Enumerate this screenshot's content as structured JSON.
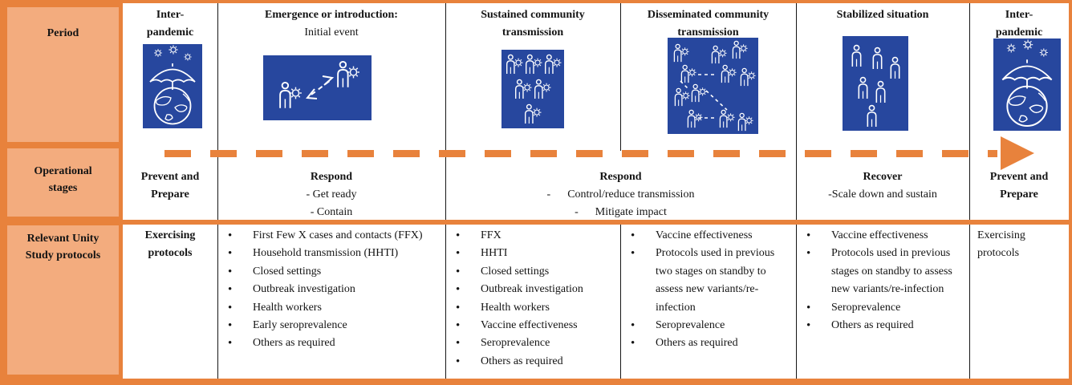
{
  "colors": {
    "orange_fill": "#f3ac7e",
    "orange_border": "#e8823c",
    "icon_blue": "#27479e",
    "line_black": "#161616"
  },
  "row_labels": {
    "period": "Period",
    "operational_l1": "Operational",
    "operational_l2": "stages",
    "protocols_l1": "Relevant Unity",
    "protocols_l2": "Study protocols"
  },
  "headers": {
    "c1": {
      "l1": "Inter-",
      "l2": "pandemic",
      "icon": "umbrella-globe-virus-icon"
    },
    "c2": {
      "l1": "Emergence or introduction:",
      "l2": "Initial event",
      "icon": "person-to-person-transmission-icon"
    },
    "c3": {
      "l1": "Sustained community",
      "l2": "transmission",
      "icon": "infected-group-icon"
    },
    "c4": {
      "l1": "Disseminated community",
      "l2": "transmission",
      "icon": "infected-network-icon"
    },
    "c5": {
      "l1": "Stabilized situation",
      "icon": "healthy-group-icon"
    },
    "c6": {
      "l1": "Inter-",
      "l2": "pandemic",
      "icon": "umbrella-globe-virus-icon"
    }
  },
  "stages": {
    "c1": {
      "l1": "Prevent and",
      "l2": "Prepare"
    },
    "c2": {
      "title": "Respond",
      "items": [
        "- Get ready",
        "- Contain"
      ]
    },
    "c34": {
      "title": "Respond",
      "items": [
        "-      Control/reduce transmission",
        "-      Mitigate impact"
      ]
    },
    "c5": {
      "title": "Recover",
      "sub": "-Scale down and sustain"
    },
    "c6": {
      "l1": "Prevent and",
      "l2": "Prepare"
    }
  },
  "protocols": {
    "c1": {
      "l1": "Exercising",
      "l2": "protocols"
    },
    "c2": {
      "items": [
        "First Few X cases and contacts (FFX)",
        "Household transmission (HHTI)",
        "Closed settings",
        "Outbreak investigation",
        "Health workers",
        "Early seroprevalence",
        "Others as required"
      ]
    },
    "c3": {
      "items": [
        "FFX",
        "HHTI",
        "Closed settings",
        "Outbreak investigation",
        "Health workers",
        "Vaccine effectiveness",
        "Seroprevalence",
        "Others as required"
      ]
    },
    "c4": {
      "items": [
        "Vaccine effectiveness",
        "Protocols used in previous two stages on standby to assess new variants/re-infection",
        "Seroprevalence",
        "Others as required"
      ]
    },
    "c5": {
      "items": [
        "Vaccine effectiveness",
        "Protocols used in previous stages on standby to assess new variants/re-infection",
        "Seroprevalence",
        "Others as required"
      ]
    },
    "c6": {
      "text": "Exercising protocols"
    }
  }
}
